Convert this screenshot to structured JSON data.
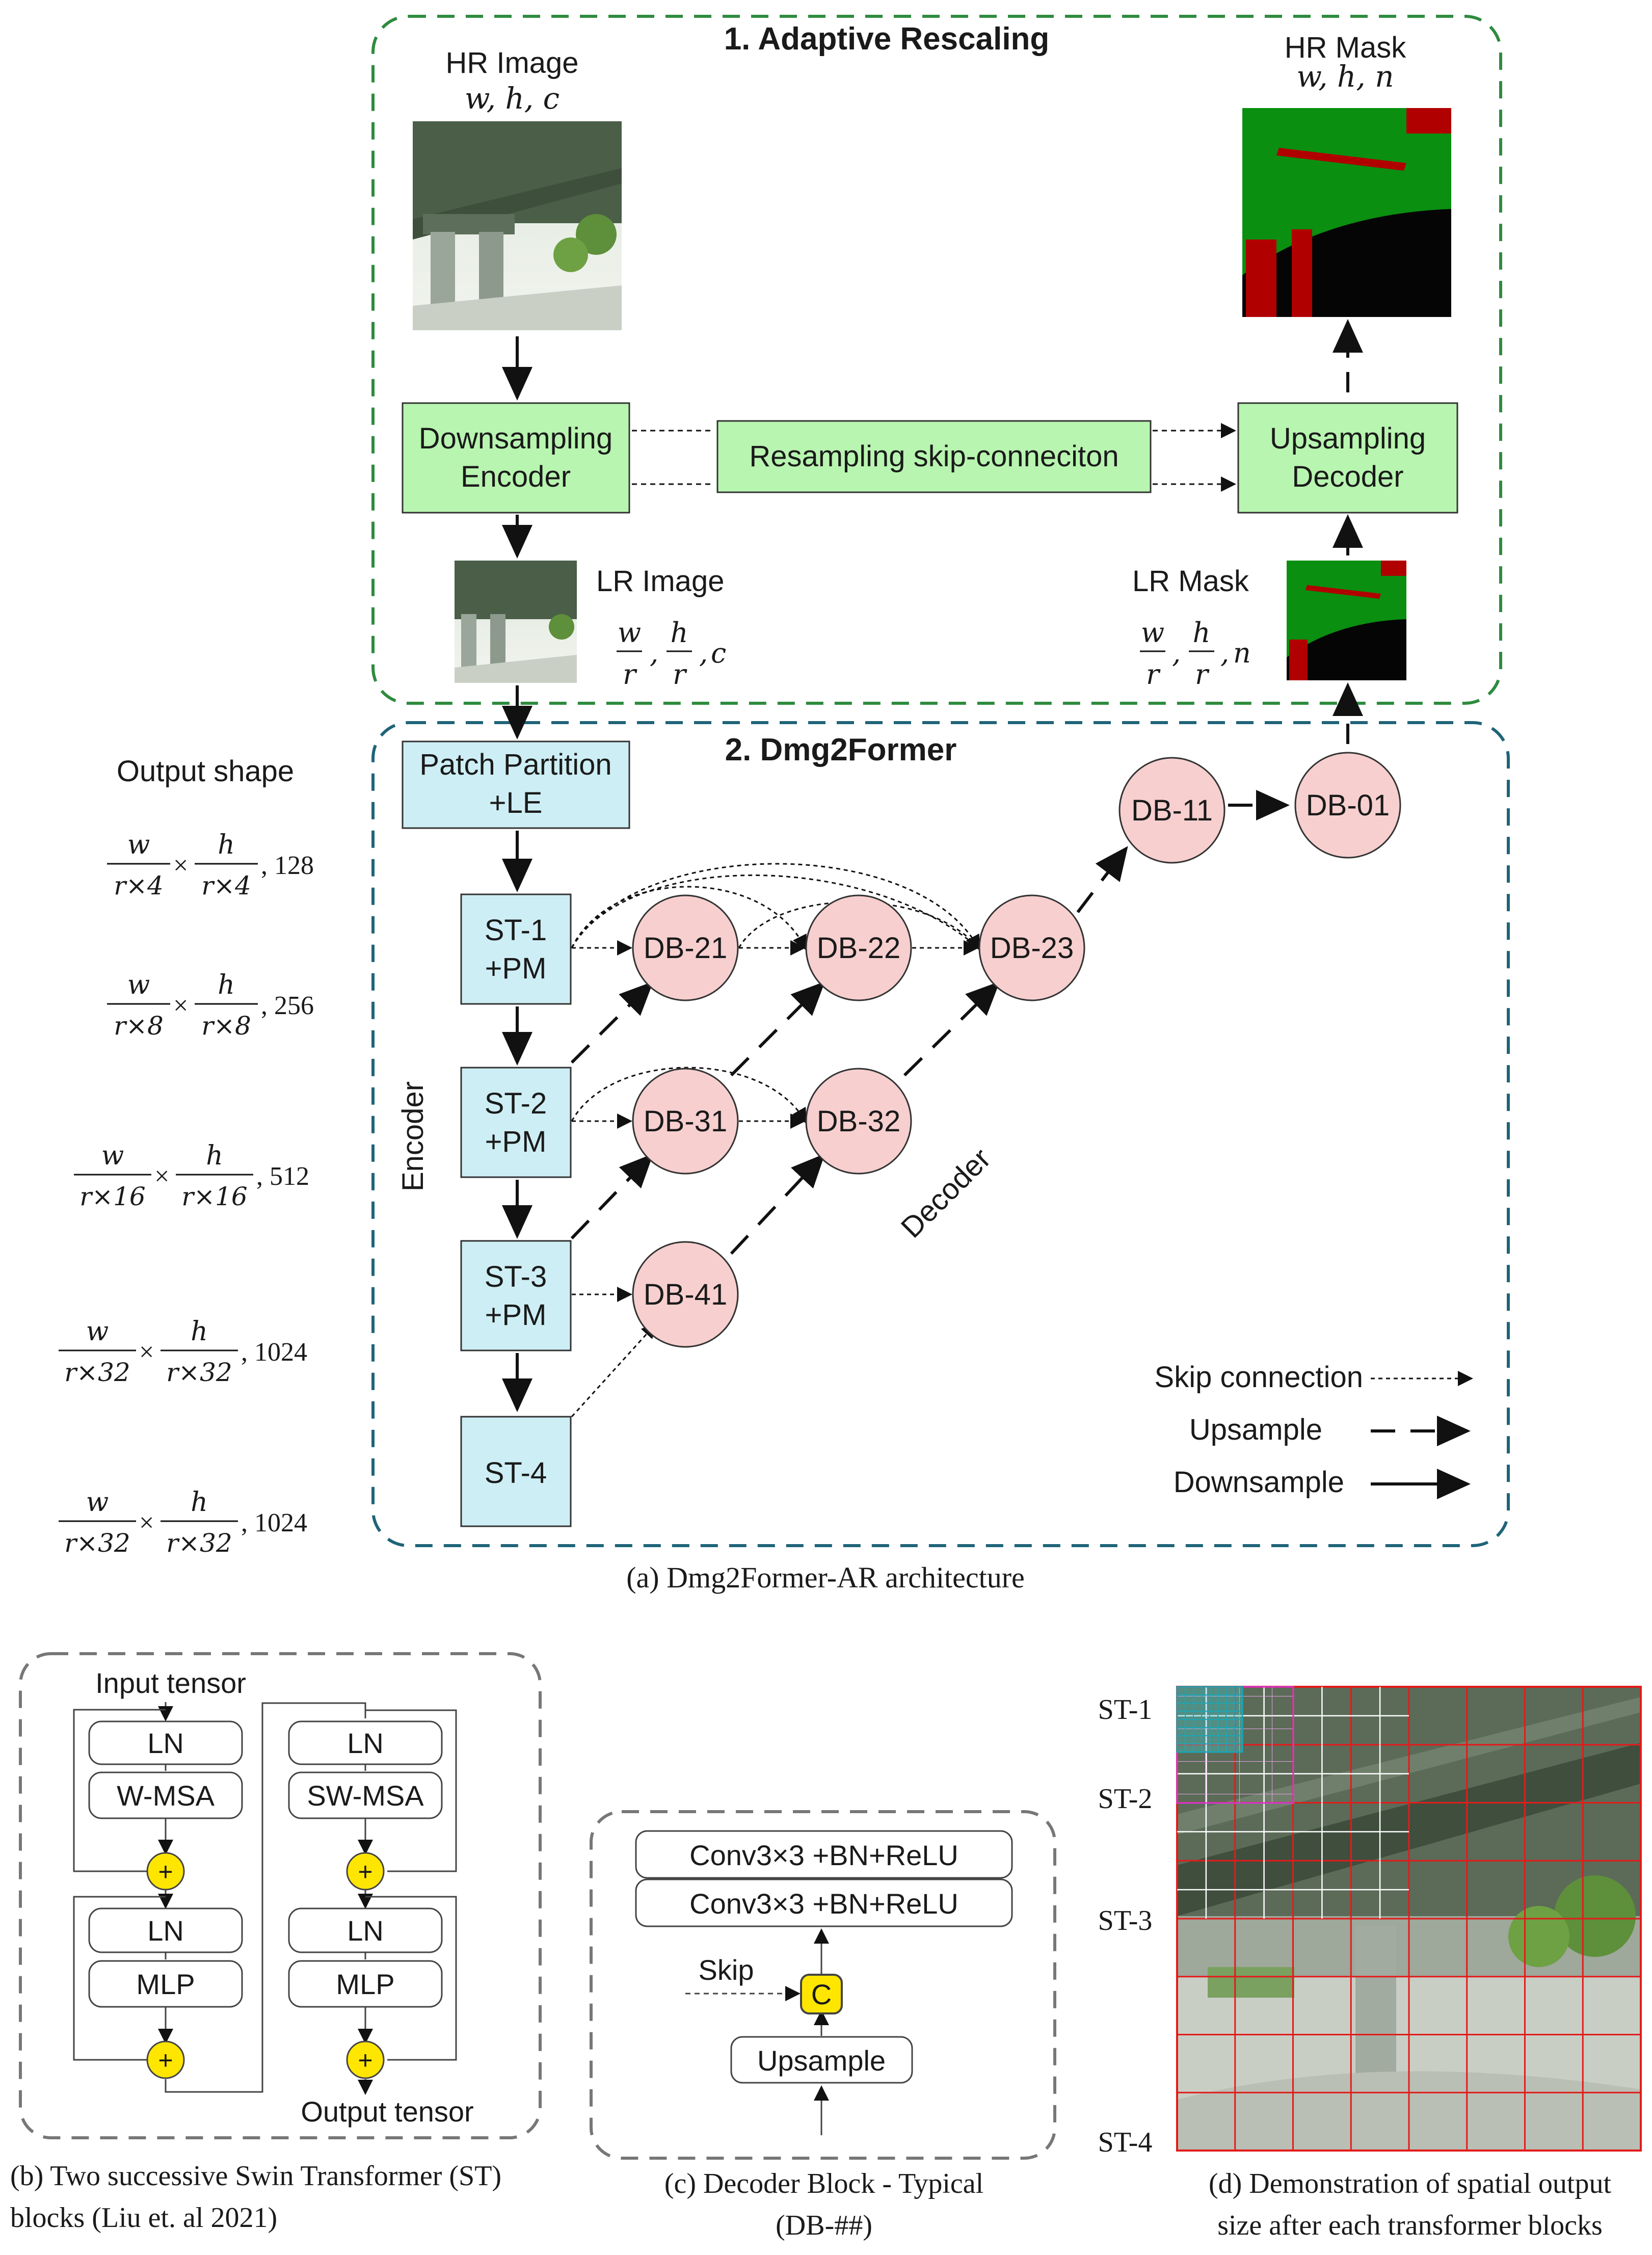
{
  "colors": {
    "green_box": "#b8f5b0",
    "blue_box": "#cdeef4",
    "pink_circle": "#f7cfcf",
    "yellow_node": "#ffe600",
    "green_frame": "#2e8b3e",
    "teal_frame": "#1f6478",
    "mask_green": "#0a8f10",
    "mask_red": "#b00000"
  },
  "panel_a": {
    "section1_title": "1. Adaptive Rescaling",
    "section2_title": "2. Dmg2Former",
    "hr_image_label": "HR Image",
    "hr_image_dims": "w, h, c",
    "hr_mask_label": "HR Mask",
    "hr_mask_dims": "w, h, n",
    "lr_image_label": "LR Image",
    "lr_image_dims": {
      "a": "w",
      "b": "h",
      "den": "r",
      "tail": "c"
    },
    "lr_mask_label": "LR Mask",
    "lr_mask_dims": {
      "a": "w",
      "b": "h",
      "den": "r",
      "tail": "n"
    },
    "encoder_box": [
      "Downsampling",
      "Encoder"
    ],
    "decoder_box": [
      "Upsampling",
      "Decoder"
    ],
    "skip_box": "Resampling skip-conneciton",
    "patch_box": [
      "Patch Partition",
      "+LE"
    ],
    "st_blocks": [
      {
        "id": "st1",
        "lines": [
          "ST-1",
          "+PM"
        ]
      },
      {
        "id": "st2",
        "lines": [
          "ST-2",
          "+PM"
        ]
      },
      {
        "id": "st3",
        "lines": [
          "ST-3",
          "+PM"
        ]
      },
      {
        "id": "st4",
        "lines": [
          "ST-4"
        ]
      }
    ],
    "db_nodes": [
      "DB-21",
      "DB-22",
      "DB-23",
      "DB-31",
      "DB-32",
      "DB-41",
      "DB-11",
      "DB-01"
    ],
    "encoder_label": "Encoder",
    "decoder_label": "Decoder",
    "legend": {
      "skip": "Skip connection",
      "upsample": "Upsample",
      "downsample": "Downsample"
    },
    "output_shape_title": "Output shape",
    "output_shapes": [
      {
        "den1": "r×4",
        "den2": "r×4",
        "ch": "128"
      },
      {
        "den1": "r×8",
        "den2": "r×8",
        "ch": "256"
      },
      {
        "den1": "r×16",
        "den2": "r×16",
        "ch": "512"
      },
      {
        "den1": "r×32",
        "den2": "r×32",
        "ch": "1024"
      },
      {
        "den1": "r×32",
        "den2": "r×32",
        "ch": "1024"
      }
    ],
    "caption": "(a) Dmg2Former-AR architecture"
  },
  "panel_b": {
    "input_label": "Input tensor",
    "output_label": "Output tensor",
    "block1": [
      "LN",
      "W-MSA",
      "LN",
      "MLP"
    ],
    "block2": [
      "LN",
      "SW-MSA",
      "LN",
      "MLP"
    ],
    "plus": "+",
    "caption": [
      "(b) Two successive Swin Transformer (ST)",
      "blocks (Liu et. al 2021)"
    ]
  },
  "panel_c": {
    "conv1": "Conv3×3 +BN+ReLU",
    "conv2": "Conv3×3 +BN+ReLU",
    "skip": "Skip",
    "concat": "C",
    "upsample": "Upsample",
    "caption": [
      "(c) Decoder Block - Typical",
      "(DB-##)"
    ]
  },
  "panel_d": {
    "labels": [
      "ST-1",
      "ST-2",
      "ST-3",
      "ST-4"
    ],
    "caption": [
      "(d) Demonstration of spatial output",
      "size after each transformer blocks"
    ]
  }
}
